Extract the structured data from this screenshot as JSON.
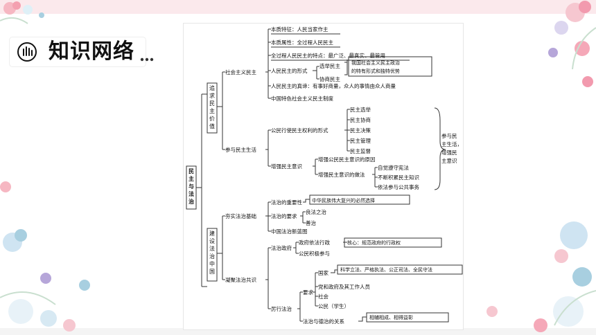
{
  "header": {
    "title": "知识网络"
  },
  "diagram": {
    "root": "民主与法治",
    "branch1": {
      "label": "追求民主价值",
      "sub1": {
        "label": "社会主义民主",
        "items": [
          "本质特征：人民当家作主",
          "本质属性：全过程人民民主",
          "全过程人民民主的特点：最广泛、最真实、最管用",
          "人民民主的形式",
          "人民民主的真谛：有事好商量，众人的事情由众人商量",
          "中国特色社会主义民主制度"
        ],
        "forms": [
          "选举民主",
          "协商民主"
        ],
        "forms_note": [
          "我国社会主义民主政治",
          "的特有形式和独特优势"
        ]
      },
      "sub2": {
        "label": "参与民主生活",
        "rights": "公民行使民主权利的形式",
        "rights_items": [
          "民主选举",
          "民主协商",
          "民主决策",
          "民主管理",
          "民主监督"
        ],
        "aware": "增强民主意识",
        "aware_items": [
          "增强公民民主意识的原因",
          "增强民主意识的做法"
        ],
        "method_items": [
          "自觉遵守宪法",
          "不断积累民主知识",
          "依法参与公共事务"
        ],
        "summary": [
          "参与民",
          "主生活，",
          "增强民",
          "主意识"
        ]
      }
    },
    "branch2": {
      "label": "建设法治中国",
      "sub1": {
        "label": "夯实法治基础",
        "importance": "法治的重要性",
        "importance_note": "中华民族伟大复兴的必然选择",
        "requirement": "法治的要求",
        "req_items": [
          "良法之治",
          "善治"
        ],
        "blueprint": "中国法治新蓝图"
      },
      "sub2": {
        "label": "凝聚法治共识",
        "gov": "法治政府",
        "gov_items": [
          "政府依法行政",
          "公民积极参与"
        ],
        "gov_note": "核心：规范政府的行政权",
        "practice": "厉行法治",
        "demands": "要求",
        "state": "国家",
        "state_note": "科学立法、严格执法、公正司法、全民守法",
        "party": "党和政府及其工作人员",
        "society": "社会",
        "citizen": "公民（学生）",
        "morality": "法治与德治的关系",
        "morality_note": "相辅相成、相得益彰"
      }
    }
  },
  "colors": {
    "accent": "#f2a6b4",
    "line": "#333333",
    "topbar": "#fbe9ec"
  }
}
